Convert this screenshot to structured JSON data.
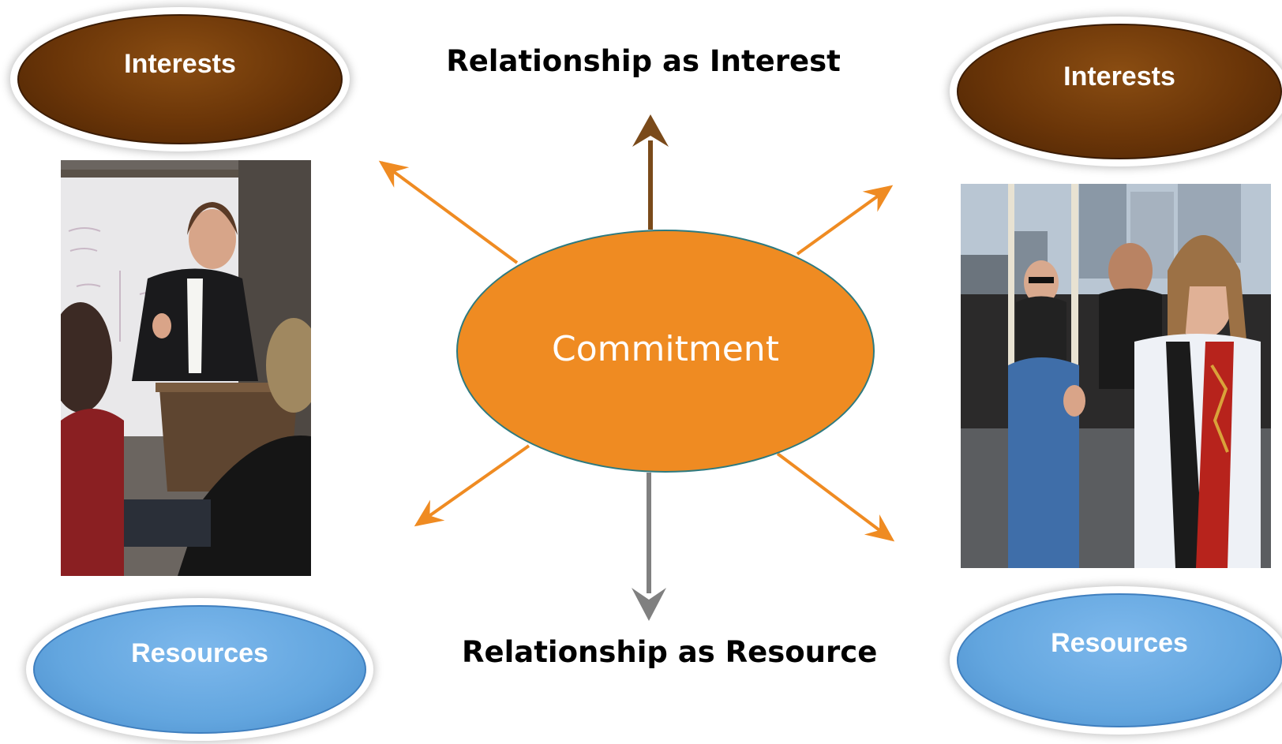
{
  "diagram": {
    "center_label": "Commitment",
    "top_caption": "Relationship as Interest",
    "bottom_caption": "Relationship as Resource",
    "left": {
      "interests_label": "Interests",
      "resources_label": "Resources"
    },
    "right": {
      "interests_label": "Interests",
      "resources_label": "Resources"
    },
    "colors": {
      "commitment": "#ef8b22",
      "interests": "#6a3508",
      "resources": "#63a6df",
      "arrow_diagonal": "#ef8b22",
      "arrow_up": "#7a4a1a",
      "arrow_down": "#808080"
    }
  },
  "images": {
    "left_photo": "photo-speaker-at-podium",
    "right_photo": "photo-clergy-march"
  }
}
